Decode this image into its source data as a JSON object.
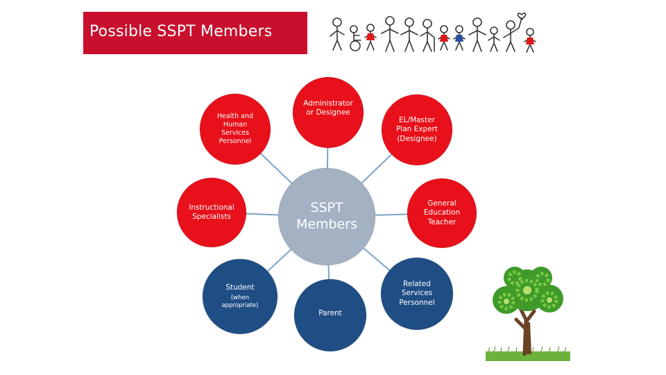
{
  "title": "Possible SSPT Members",
  "colors": {
    "banner": "#c8102e",
    "member_red": "#e8101a",
    "member_blue": "#1f4e85",
    "center": "#a3b1c3",
    "connector": "#7da2c8"
  },
  "center": {
    "lines": [
      "SSPT",
      "Members"
    ]
  },
  "members": [
    {
      "id": "health",
      "lines": [
        "Health and",
        "Human",
        "Services",
        "Personnel"
      ],
      "color": "red"
    },
    {
      "id": "administrator",
      "lines": [
        "Administrator",
        "or Designee"
      ],
      "color": "red"
    },
    {
      "id": "el-master",
      "lines": [
        "EL/Master",
        "Plan Expert",
        "(Designee)"
      ],
      "color": "red"
    },
    {
      "id": "instructional",
      "lines": [
        "Instructional",
        "Specialists"
      ],
      "color": "red"
    },
    {
      "id": "general-ed",
      "lines": [
        "General",
        "Education",
        "Teacher"
      ],
      "color": "red"
    },
    {
      "id": "student",
      "lines": [
        "Student",
        "(when",
        "appropriate)"
      ],
      "color": "blue"
    },
    {
      "id": "parent",
      "lines": [
        "Parent"
      ],
      "color": "blue"
    },
    {
      "id": "related",
      "lines": [
        "Related",
        "Services",
        "Personnel"
      ],
      "color": "blue"
    }
  ],
  "icons": {
    "people": "family-stick-figures-icon",
    "tree": "gear-tree-icon"
  }
}
